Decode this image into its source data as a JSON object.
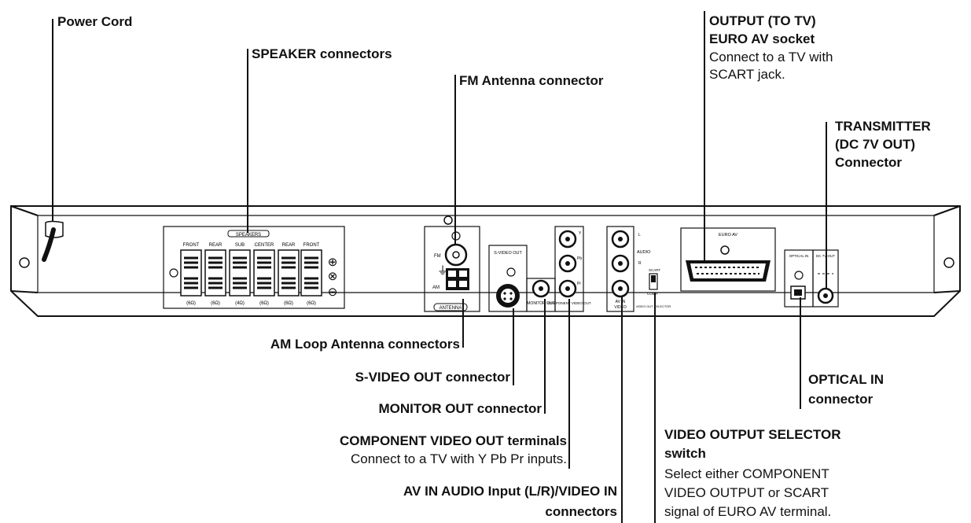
{
  "labels": {
    "power_cord": "Power Cord",
    "speaker_connectors": "SPEAKER connectors",
    "fm_antenna": "FM Antenna connector",
    "output_title": "OUTPUT (TO TV)",
    "output_subtitle": "EURO AV socket",
    "output_desc1": "Connect to a TV with",
    "output_desc2": "SCART jack.",
    "transmitter1": "TRANSMITTER",
    "transmitter2": "(DC 7V OUT)",
    "transmitter3": "Connector",
    "am_loop": "AM Loop Antenna connectors",
    "svideo_out": "S-VIDEO OUT connector",
    "monitor_out": "MONITOR OUT connector",
    "component_title": "COMPONENT VIDEO OUT terminals",
    "component_desc": "Connect to a TV with Y Pb Pr inputs.",
    "av_in1": "AV IN AUDIO Input (L/R)/VIDEO IN",
    "av_in2": "connectors",
    "optical1": "OPTICAL IN",
    "optical2": "connector",
    "selector1": "VIDEO OUTPUT SELECTOR",
    "selector2": "switch",
    "selector_desc1": "Select either COMPONENT",
    "selector_desc2": "VIDEO OUTPUT or SCART",
    "selector_desc3": "signal of EURO AV terminal."
  },
  "panel": {
    "speakers": "SPEAKERS",
    "front_r": "FRONT",
    "rear_r": "REAR",
    "sub": "SUB",
    "center": "CENTER",
    "rear_l": "REAR",
    "front_l": "FRONT",
    "ohm_front_r": "(6Ω)",
    "ohm_rear_r": "(6Ω)",
    "ohm_sub": "(4Ω)",
    "ohm_center": "(6Ω)",
    "ohm_rear_l": "(6Ω)",
    "ohm_front_l": "(6Ω)",
    "fm": "FM",
    "am": "AM",
    "antenna": "ANTENNA",
    "svideo": "S-VIDEO OUT",
    "monitor": "MONITOR OUT",
    "component": "COMPONENT VIDEO OUT",
    "y": "Y",
    "pb": "Pb",
    "pr": "Pr",
    "audio": "AUDIO",
    "l": "L",
    "r": "R",
    "av_in": "AV IN",
    "video": "VIDEO",
    "scart": "SCART",
    "comp": "COMP.",
    "video_out_selector": "VIDEO OUT SELECTOR",
    "euro_av": "EURO AV",
    "optical_in": "OPTICAL IN",
    "dc_out": "DC 7V OUT"
  }
}
